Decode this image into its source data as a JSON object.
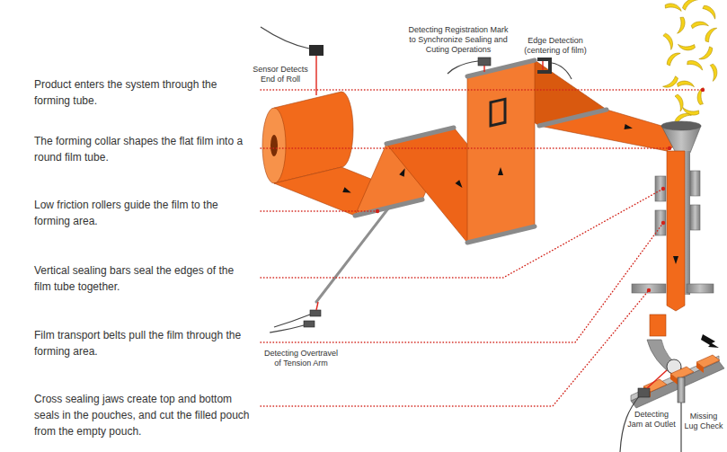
{
  "diagram": {
    "labels": [
      "Product enters the system through the forming tube.",
      "The forming collar shapes the flat film into a round film tube.",
      "Low friction rollers guide the film to the forming area.",
      "Vertical sealing bars seal the edges of the film tube together.",
      "Film transport belts pull the film through the forming area.",
      "Cross sealing jaws create top and bottom seals in the pouches, and cut the filled pouch from the empty pouch.",
      "Sensor Detects End of Roll",
      "Detecting Registration Mark to Synchronize Sealing and Cuting Operations",
      "Edge Detection (centering of film)",
      "Detecting Overtravel of Tension Arm",
      "Detecting Jam at Outlet",
      "Missing Lug Check"
    ]
  }
}
